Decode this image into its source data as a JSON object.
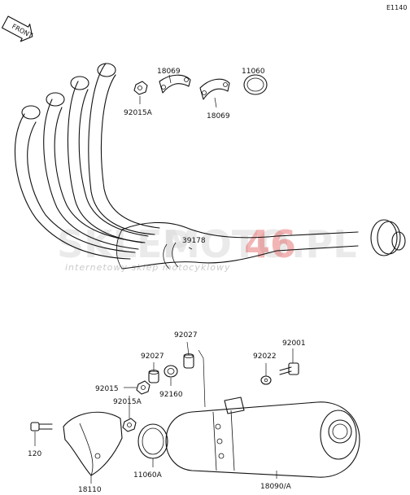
{
  "diagram": {
    "ref_code": "E1140",
    "front_label": "FRONT",
    "watermark": {
      "brand_a": "SKLEP",
      "brand_b": "MOTO",
      "brand_c": "46",
      "brand_d": ".PL",
      "tagline": "internetowy sklep motocyklowy"
    },
    "parts": [
      {
        "id": "p18069a",
        "label": "18069"
      },
      {
        "id": "p11060",
        "label": "11060"
      },
      {
        "id": "p92015a_top",
        "label": "92015A"
      },
      {
        "id": "p18069b",
        "label": "18069"
      },
      {
        "id": "p39178",
        "label": "39178"
      },
      {
        "id": "p92027a",
        "label": "92027"
      },
      {
        "id": "p92001",
        "label": "92001"
      },
      {
        "id": "p92027b",
        "label": "92027"
      },
      {
        "id": "p92022",
        "label": "92022"
      },
      {
        "id": "p92015",
        "label": "92015"
      },
      {
        "id": "p92160",
        "label": "92160"
      },
      {
        "id": "p92015a_bot",
        "label": "92015A"
      },
      {
        "id": "p120",
        "label": "120"
      },
      {
        "id": "p11060a",
        "label": "11060A"
      },
      {
        "id": "p18110",
        "label": "18110"
      },
      {
        "id": "p18090",
        "label": "18090/A"
      }
    ]
  }
}
